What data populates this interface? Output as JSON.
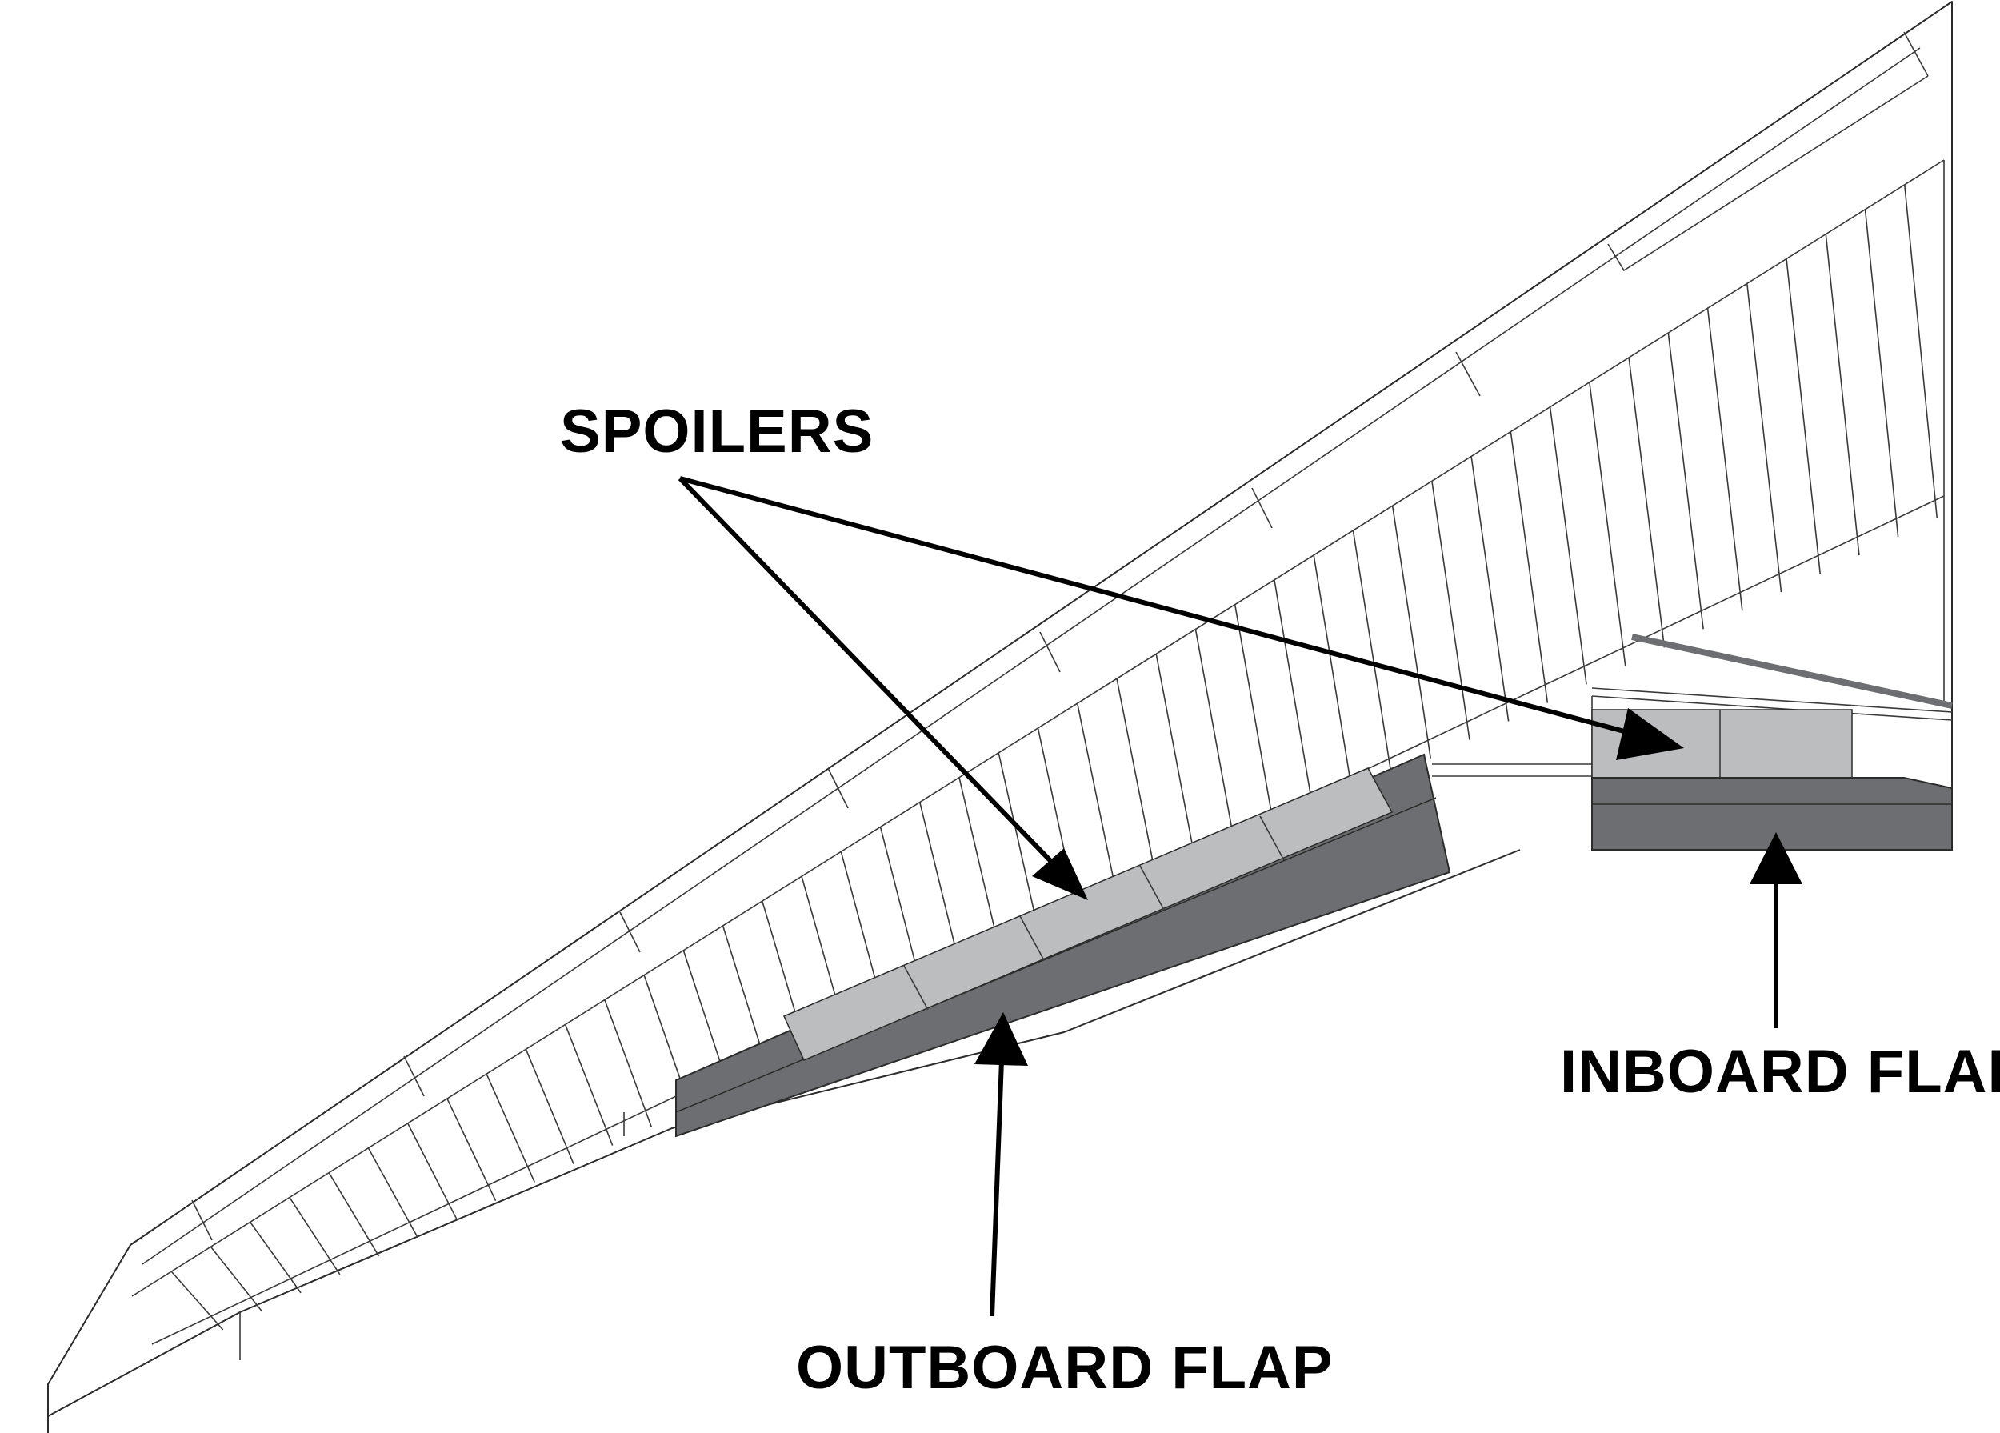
{
  "labels": {
    "spoilers": "SPOILERS",
    "inboard_flaps": "INBOARD FLAPS",
    "outboard_flap": "OUTBOARD FLAP"
  },
  "colors": {
    "flap": "#6d6e71",
    "spoiler": "#bcbdbf",
    "line": "#2b2b2b",
    "text": "#000000",
    "background": "#ffffff"
  }
}
